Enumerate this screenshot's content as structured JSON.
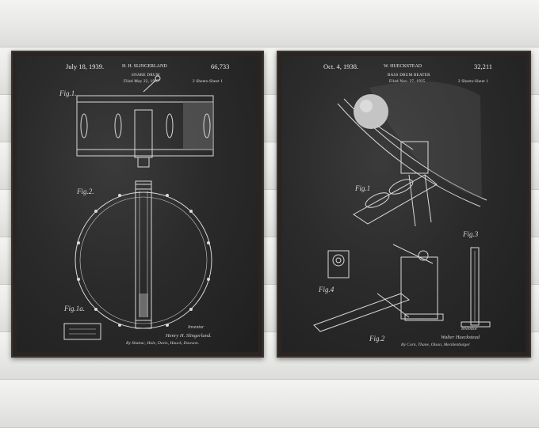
{
  "left_poster": {
    "date": "July 18, 1939.",
    "inventor": "H. H. SLINGERLAND",
    "patent_no": "66,733",
    "title": "SNARE DRUM",
    "filed": "Filed May 22, 1937",
    "sheets": "2 Sheets-Sheet 1",
    "fig1": "Fig.1.",
    "fig2": "Fig.2.",
    "fig1a": "Fig.1a.",
    "inventor_label": "Inventor",
    "signature": "Henry H. Slingerland.",
    "attorney": "By Shattuc, Hale, Davis, Hauck, Dawson."
  },
  "right_poster": {
    "date": "Oct. 4, 1938.",
    "inventor": "W. HUECKSTEAD",
    "patent_no": "32,211",
    "title": "BASS DRUM BEATER",
    "filed": "Filed Nov. 27, 1935",
    "sheets": "2 Sheets-Sheet 1",
    "fig1": "Fig.1",
    "fig2": "Fig.2",
    "fig3": "Fig.3",
    "fig4": "Fig.4",
    "inventor_label": "Inventor",
    "signature": "Walter Hueckstead",
    "attorney": "By Corn, Thane, Olson, Mecklenburger"
  },
  "colors": {
    "wall": "#e9e9e7",
    "frame": "#2a2522",
    "chalkboard": "#2b2b2b",
    "chalk_line": "#d9d9d9"
  }
}
